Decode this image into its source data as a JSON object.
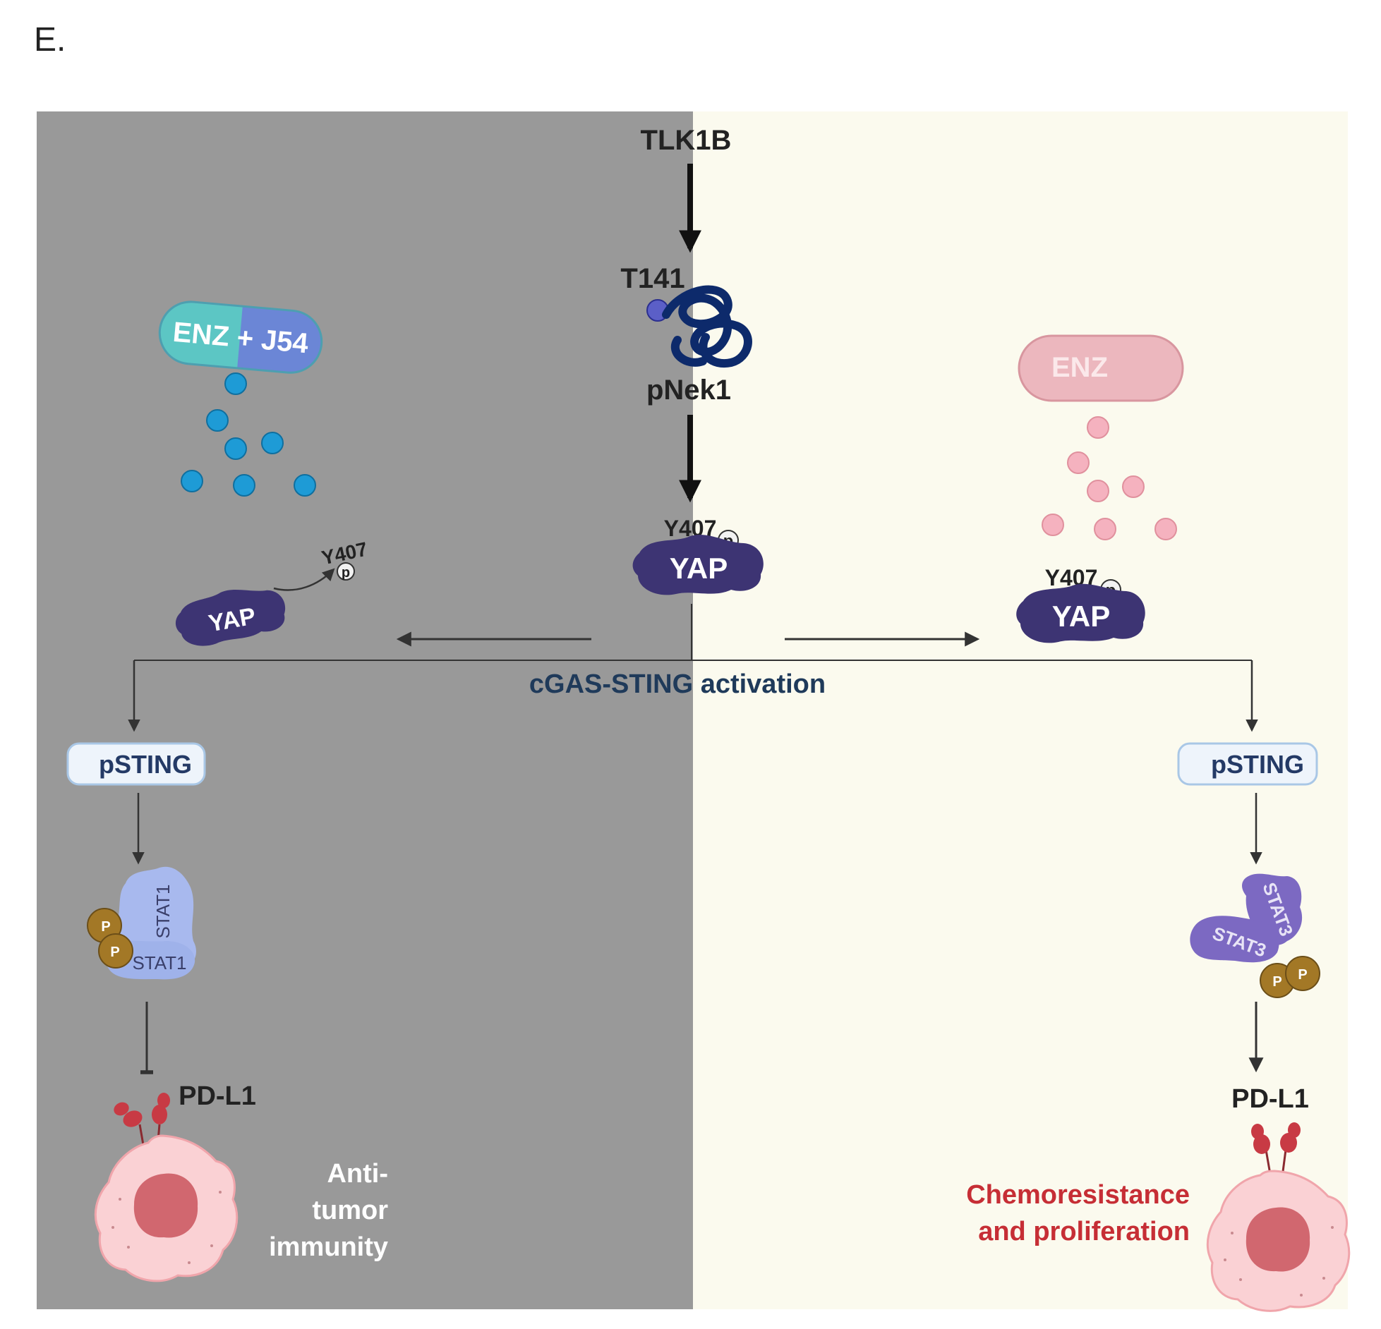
{
  "panel_label": "E.",
  "colors": {
    "left_bg": "#999999",
    "right_bg": "#fbfaee",
    "arrow": "#111111",
    "thin_arrow": "#333333",
    "nek1": "#0d2a6b",
    "nek1_dot": "#5b5fc7",
    "yap": "#3d3473",
    "cgas_text": "#1f3a5a",
    "enz_j54_teal": "#5cc6c4",
    "enz_j54_blue": "#6b86d6",
    "blue_drop": "#1e9bd6",
    "enz_pink": "#ecb7be",
    "pink_drop": "#f5b2bf",
    "psting_fill": "#eef4fb",
    "psting_stroke": "#a9c7e6",
    "psting_text": "#243a66",
    "stat1": "#a8b9ee",
    "stat3": "#7c69c2",
    "phospho": "#a37826",
    "pdl1_red": "#c83a44",
    "cell_fill": "#fad1d4",
    "cell_nucleus": "#d1676f",
    "red_text": "#c62e35",
    "white_text": "#ffffff"
  },
  "center": {
    "tlk1b_label": "TLK1B",
    "t141_label": "T141",
    "pnek1_label": "pNek1",
    "y407_label": "Y407",
    "p_label": "p",
    "yap_label": "YAP",
    "cgas_label": "cGAS-STING activation"
  },
  "left": {
    "drug_label": "ENZ + J54",
    "y407_label": "Y407",
    "p_label": "p",
    "yap_label": "YAP",
    "psting_label": "pSTING",
    "stat_label_a": "STAT1",
    "stat_label_b": "STAT1",
    "phospho_label": "P",
    "pdl1_label": "PD-L1",
    "outcome_line1": "Anti-",
    "outcome_line2": "tumor",
    "outcome_line3": "immunity"
  },
  "right": {
    "drug_label": "ENZ",
    "y407_label": "Y407",
    "p_label": "p",
    "yap_label": "YAP",
    "psting_label": "pSTING",
    "stat_label_a": "STAT3",
    "stat_label_b": "STAT3",
    "phospho_label": "P",
    "pdl1_label": "PD-L1",
    "outcome_line1": "Chemoresistance",
    "outcome_line2": "and proliferation"
  }
}
